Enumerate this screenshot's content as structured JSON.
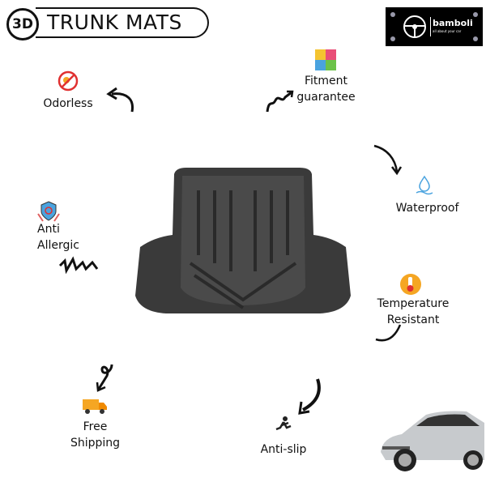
{
  "header": {
    "badge": "3D",
    "title": "TRUNK MATS"
  },
  "logo": {
    "name": "bamboli",
    "tagline": "all about your car"
  },
  "features": [
    {
      "label": "Odorless",
      "icon": "no-odor-icon"
    },
    {
      "label": "Fitment guarantee",
      "icon": "puzzle-icon"
    },
    {
      "label": "Waterproof",
      "icon": "water-drop-icon"
    },
    {
      "label": "Anti Allergic",
      "icon": "shield-hands-icon"
    },
    {
      "label": "Temperature Resistant",
      "icon": "thermometer-icon"
    },
    {
      "label": "Free Shipping",
      "icon": "delivery-truck-icon"
    },
    {
      "label": "Anti-slip",
      "icon": "slipping-person-icon"
    }
  ],
  "colors": {
    "mat": "#3c3c3c",
    "puzzle": [
      "#f4c430",
      "#e94e77",
      "#4aa3df",
      "#6cc24a"
    ]
  }
}
